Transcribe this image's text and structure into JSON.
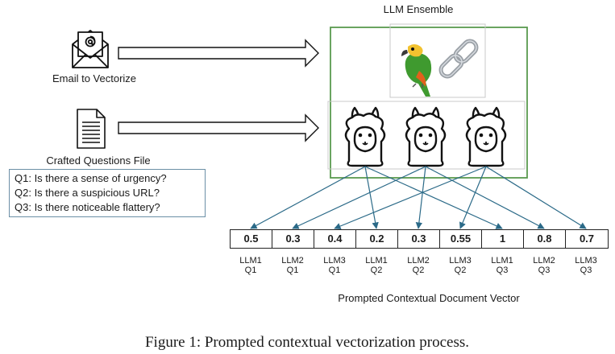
{
  "title": "LLM Ensemble",
  "inputs": {
    "email_label": "Email to Vectorize",
    "questions_label": "Crafted Questions File"
  },
  "questions": [
    "Q1: Is there a sense of urgency?",
    "Q2: Is there a suspicious URL?",
    "Q3: Is there noticeable flattery?"
  ],
  "ensemble": {
    "top_icons": [
      "parrot-icon",
      "chain-link-icon"
    ],
    "llama_icons": [
      "llama-icon",
      "llama-icon",
      "llama-icon"
    ]
  },
  "vector": {
    "values": [
      "0.5",
      "0.3",
      "0.4",
      "0.2",
      "0.3",
      "0.55",
      "1",
      "0.8",
      "0.7"
    ],
    "labels": [
      {
        "llm": "LLM1",
        "q": "Q1"
      },
      {
        "llm": "LLM2",
        "q": "Q1"
      },
      {
        "llm": "LLM3",
        "q": "Q1"
      },
      {
        "llm": "LLM1",
        "q": "Q2"
      },
      {
        "llm": "LLM2",
        "q": "Q2"
      },
      {
        "llm": "LLM3",
        "q": "Q2"
      },
      {
        "llm": "LLM1",
        "q": "Q3"
      },
      {
        "llm": "LLM2",
        "q": "Q3"
      },
      {
        "llm": "LLM3",
        "q": "Q3"
      }
    ],
    "label": "Prompted Contextual Document Vector"
  },
  "caption": "Figure 1: Prompted contextual vectorization process.",
  "colors": {
    "frame_green": "#5a9a4f",
    "arrow_teal": "#2b6a88",
    "box_border": "#6b8fa6"
  }
}
